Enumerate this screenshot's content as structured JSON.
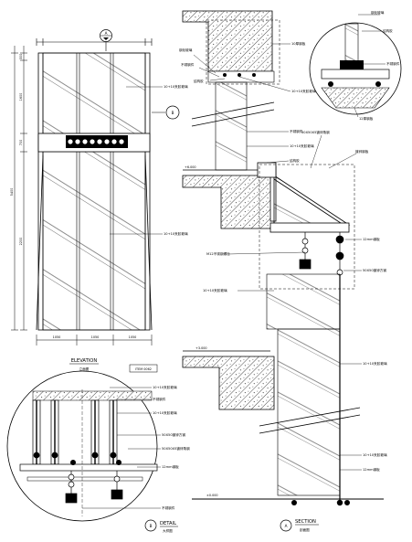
{
  "drawing": {
    "elevation": {
      "title": "ELEVATION",
      "subtitle": "立面图",
      "scale_tag": "ITEM 0062",
      "section_marker": "A",
      "detail_marker": "B",
      "dims_left": [
        "300",
        "1600",
        "700",
        "2200"
      ],
      "dim_overall": "5400",
      "dims_bottom": [
        "1050",
        "1050",
        "1050"
      ],
      "note_upper": "10+10夹胶玻璃",
      "note_lower": "10+10夹胶玻璃"
    },
    "section": {
      "title": "SECTION",
      "subtitle": "剖面图",
      "marker": "A",
      "level_1": "+6.000",
      "level_2": "+3.000",
      "level_3": "±0.000",
      "notes": [
        "钢化玻璃",
        "不锈钢件",
        "结构胶",
        "10厚钢板",
        "10+10夹胶玻璃",
        "不锈钢件",
        "10+10夹胶玻璃",
        "结构胶",
        "50X50X5镀锌角钢",
        "镀锌钢板",
        "12mm钢板",
        "M12不锈钢螺栓",
        "50X50镀锌方钢",
        "10+10夹胶玻璃",
        "10+10夹胶玻璃",
        "10+10夹胶玻璃",
        "12mm钢板"
      ]
    },
    "detail_top": {
      "notes": [
        "钢化玻璃",
        "结构胶",
        "不锈钢件",
        "12厚钢板"
      ]
    },
    "detail_bottom": {
      "title": "DETAIL",
      "subtitle": "大样图",
      "marker": "B",
      "notes": [
        "10+10夹胶玻璃",
        "不锈钢件",
        "10+10夹胶玻璃",
        "50X50镀锌方钢",
        "50X50X5镀锌角钢",
        "12mm钢板",
        "不锈钢件"
      ]
    }
  }
}
